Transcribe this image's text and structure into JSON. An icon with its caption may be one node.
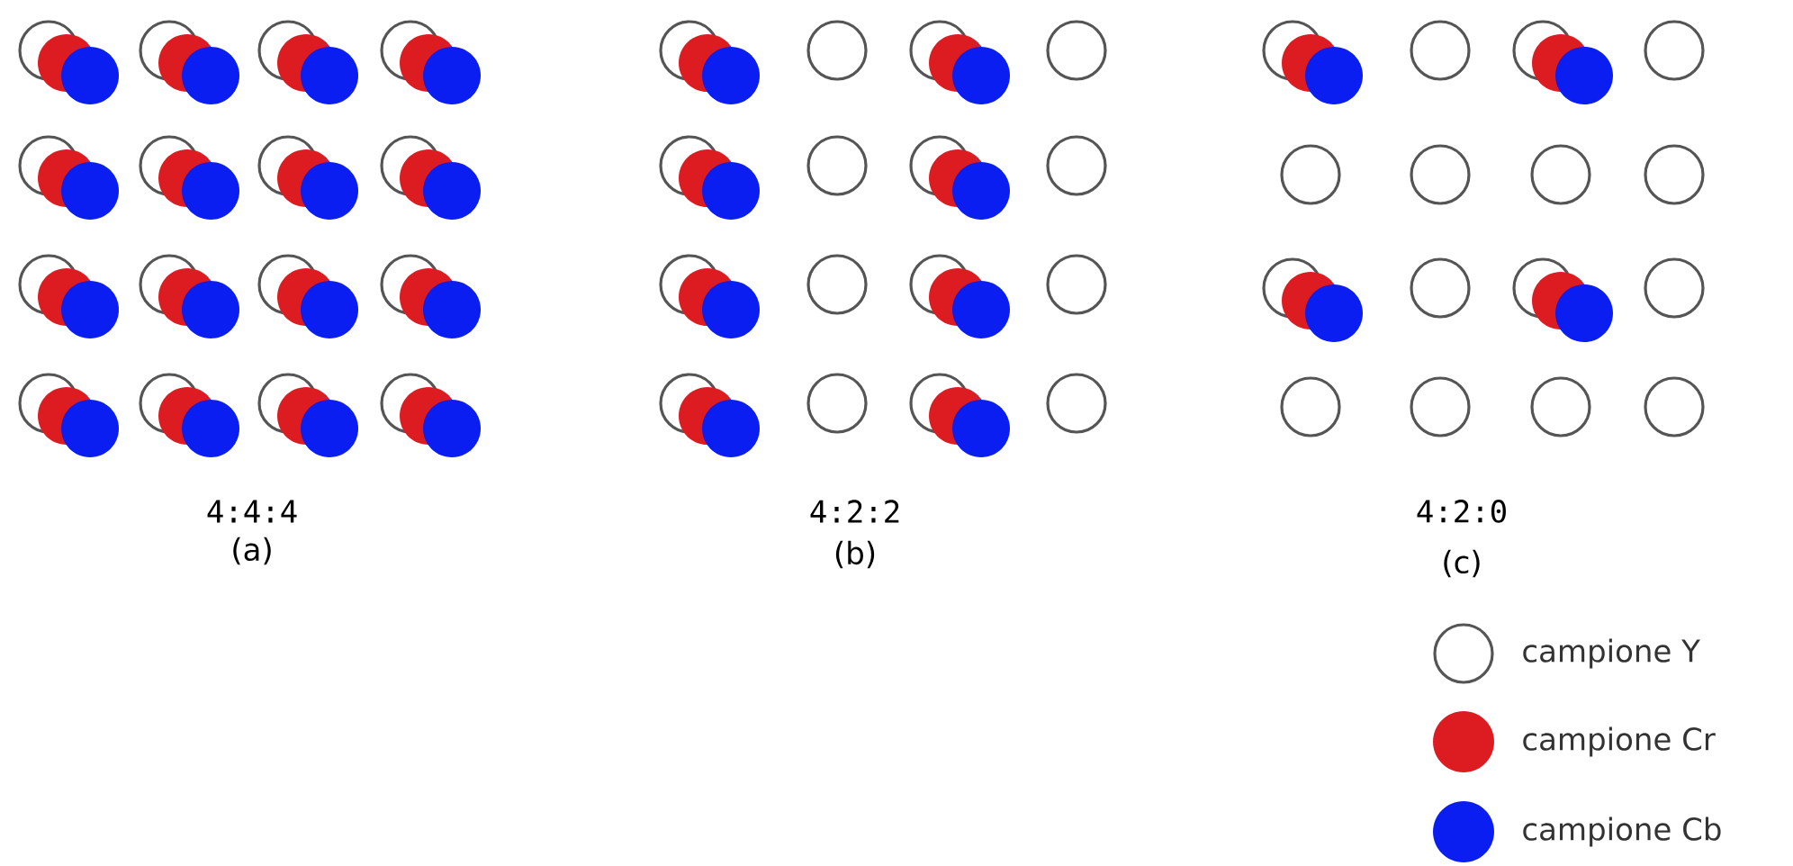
{
  "diagram": {
    "labels": [
      "4:4:4",
      "4:2:2",
      "4:2:0",
      "(a)",
      "(b)",
      "(c)"
    ],
    "legend": [
      {
        "text": "campione Y"
      },
      {
        "text": "campione Cr",
        "color": "#dd1c22"
      },
      {
        "text": "campione Cb",
        "color": "#0a1ef2"
      }
    ]
  }
}
